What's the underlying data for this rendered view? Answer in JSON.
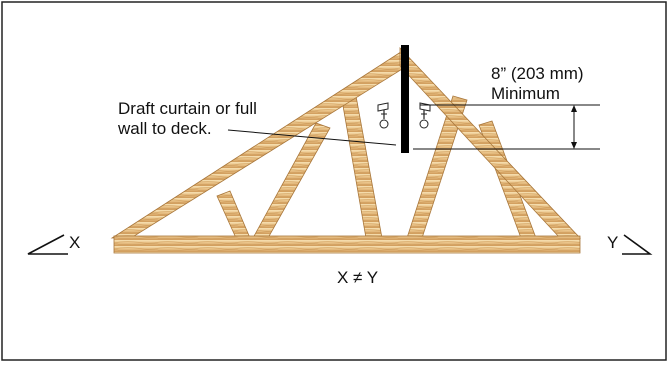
{
  "annotations": {
    "draft_curtain": "Draft curtain or full\nwall to deck.",
    "dimension": "8” (203 mm)\nMinimum",
    "x_label": "X",
    "y_label": "Y",
    "inequality": "X ≠ Y"
  },
  "colors": {
    "border": "#222222",
    "wood_light": "#f3d7a0",
    "wood_mid": "#e3b474",
    "wood_dark": "#b98442",
    "curtain": "#000000",
    "line": "#111111"
  },
  "icons": {
    "sprinklers": [
      "sprinkler-head-icon",
      "sprinkler-head-icon"
    ],
    "slopes": [
      "roof-slope-left-icon",
      "roof-slope-right-icon"
    ]
  }
}
